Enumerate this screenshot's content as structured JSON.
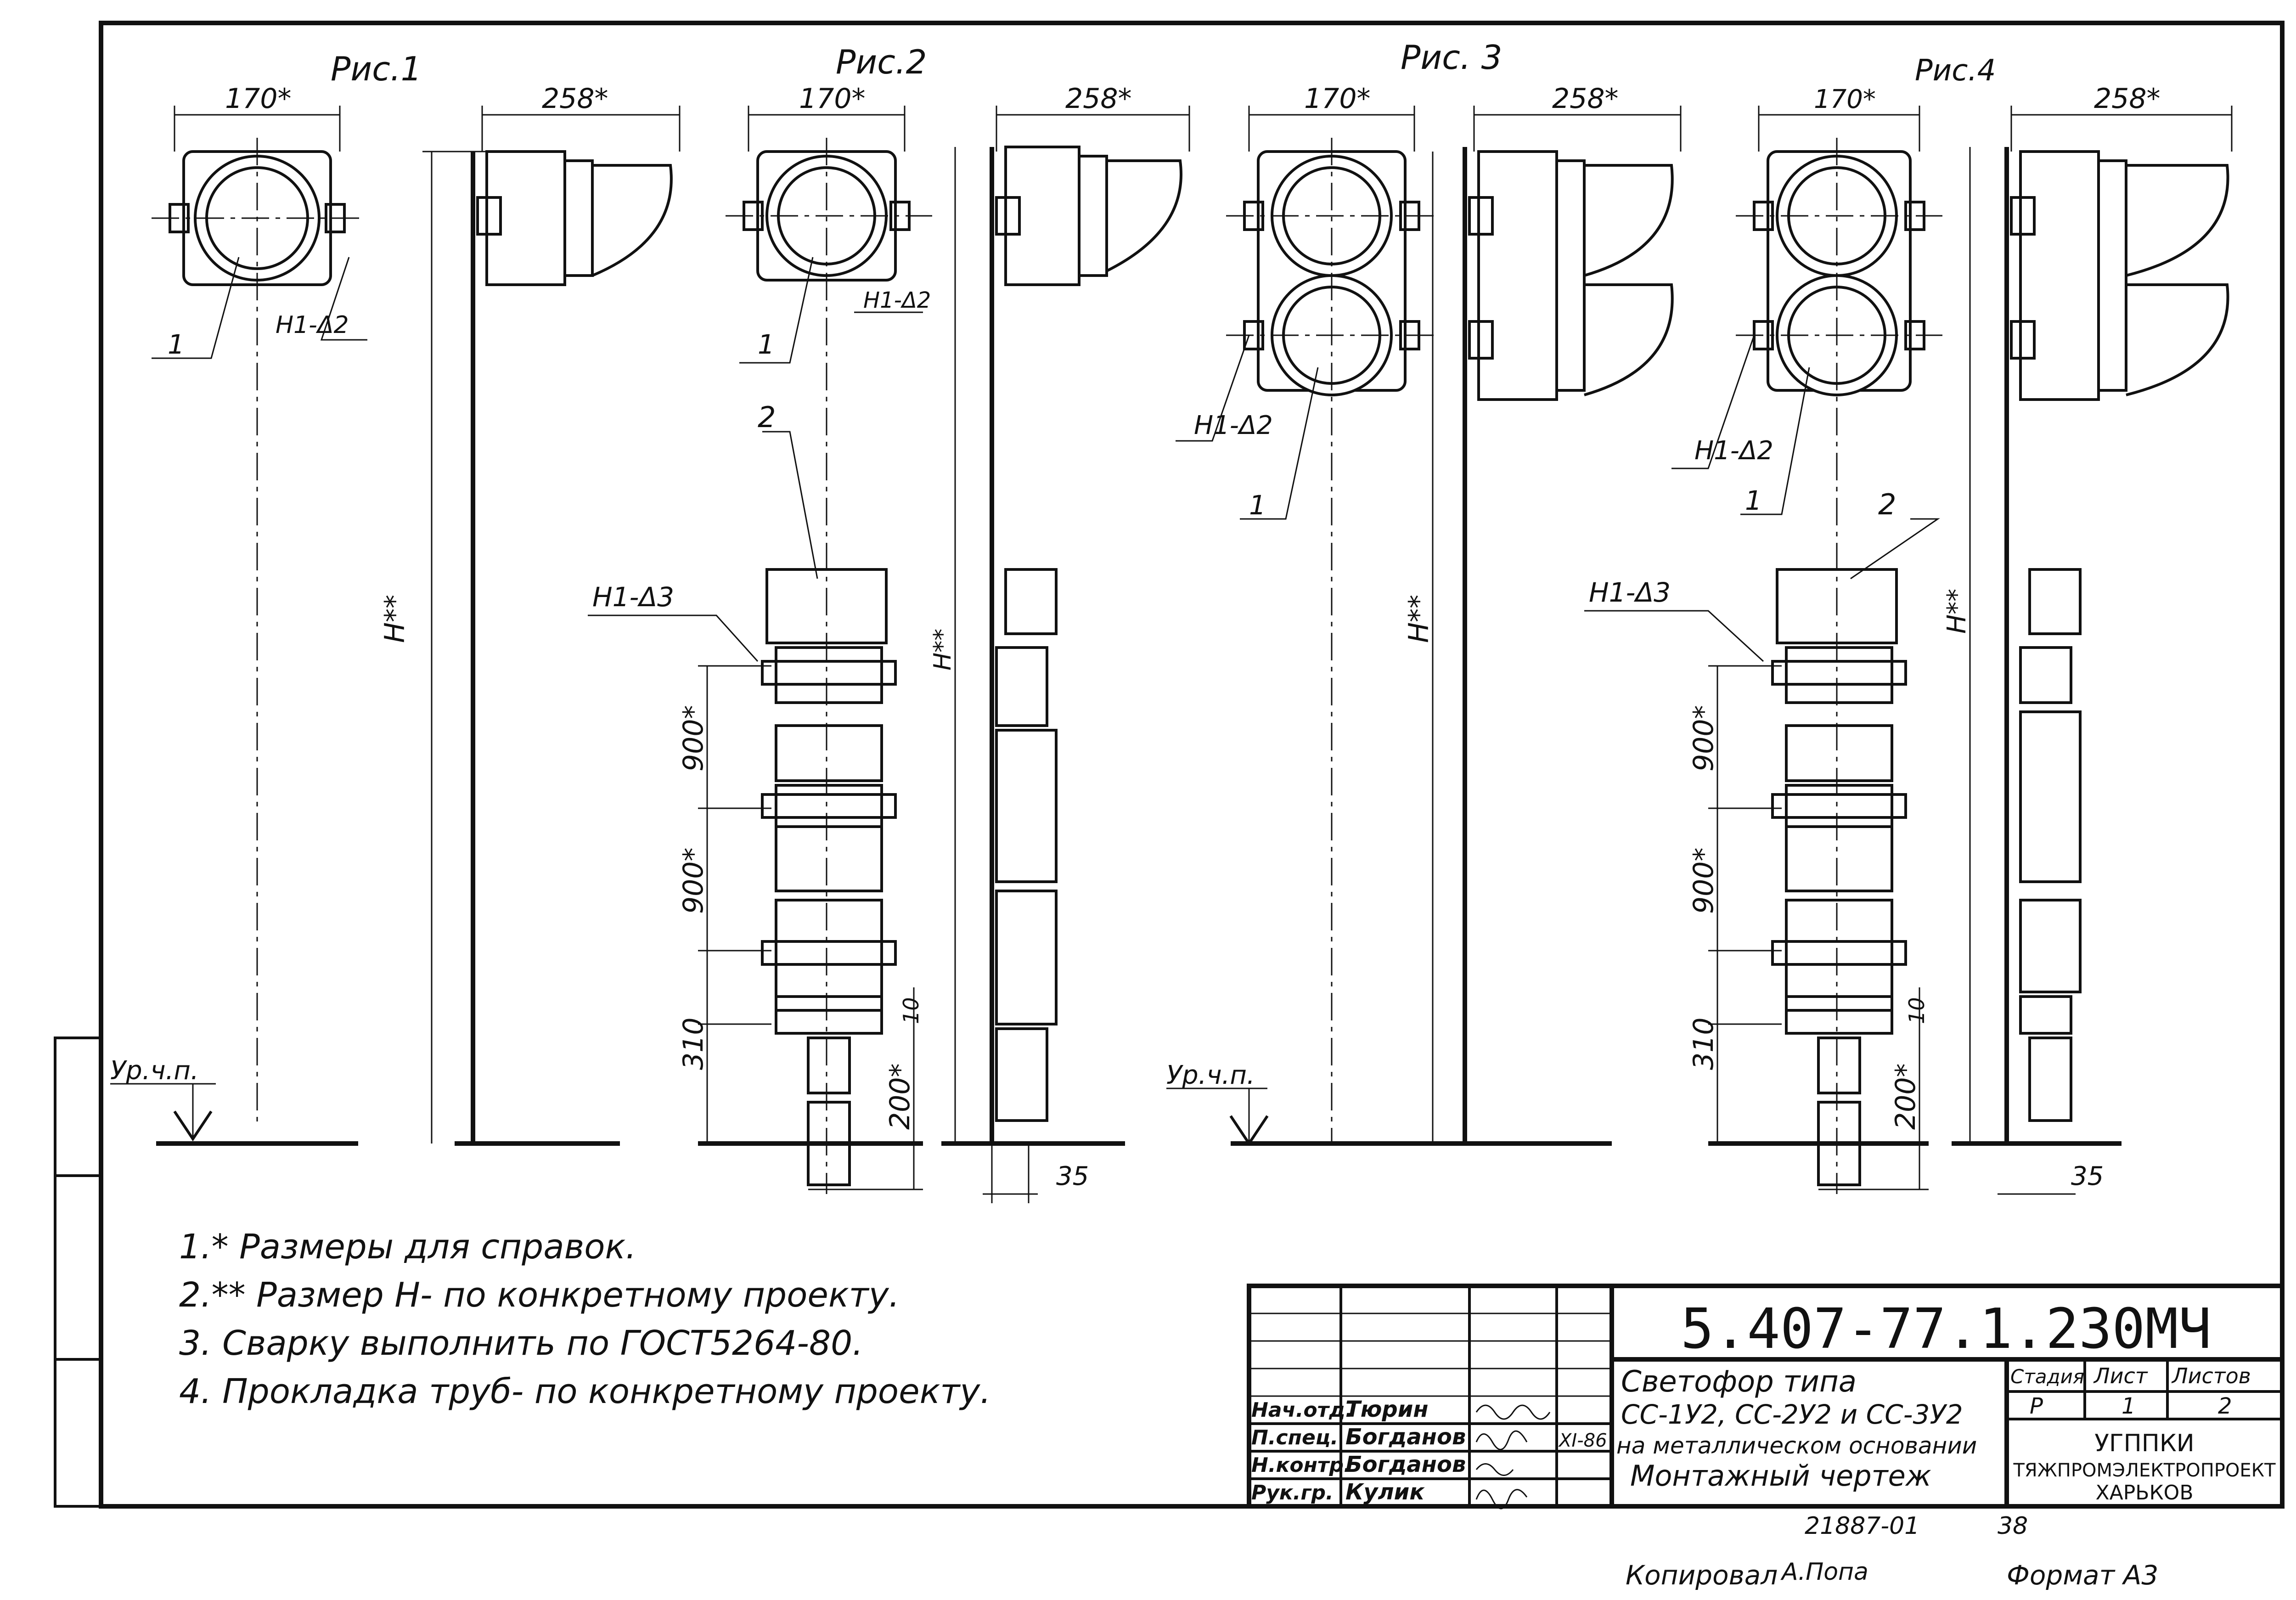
{
  "figures": [
    {
      "label": "Рис.1",
      "dim_width": "170*",
      "dim_side": "258*",
      "dim_height": "H**",
      "callouts": [
        "1",
        "H1-Δ2"
      ],
      "ground": "Ур.ч.п."
    },
    {
      "label": "Рис.2",
      "dim_width": "170*",
      "dim_side": "258*",
      "dim_height": "H**",
      "callouts": [
        "1",
        "H1-Δ2",
        "2",
        "H1-Δ3"
      ],
      "vdims": [
        "900*",
        "900*",
        "310",
        "10",
        "200*"
      ],
      "dim_bottom": "35"
    },
    {
      "label": "Рис. 3",
      "dim_width": "170*",
      "dim_side": "258*",
      "dim_height": "H**",
      "callouts": [
        "H1-Δ2",
        "1"
      ],
      "ground": "Ур.ч.п."
    },
    {
      "label": "Рис.4",
      "dim_width": "170*",
      "dim_side": "258*",
      "dim_height": "H**",
      "callouts": [
        "H1-Δ2",
        "1",
        "2",
        "H1-Δ3"
      ],
      "vdims": [
        "900*",
        "900*",
        "310",
        "10",
        "200*"
      ],
      "dim_bottom": "35"
    }
  ],
  "notes": [
    "1.* Размеры для справок.",
    "2.** Размер H- по конкретному проекту.",
    "3. Сварку выполнить по ГОСТ5264-80.",
    "4. Прокладка труб- по конкретному проекту."
  ],
  "title_block": {
    "doc_code": "5.407-77.1.230МЧ",
    "title_lines": [
      "Светофор типа",
      "СС-1У2, СС-2У2 и СС-3У2",
      "на металлическом основании",
      "Монтажный чертеж"
    ],
    "stage_header": "Стадия",
    "sheet_header": "Лист",
    "sheets_header": "Листов",
    "stage": "Р",
    "sheet": "1",
    "sheets": "2",
    "org_lines": [
      "УГППКИ",
      "ТЯЖПРОМЭЛЕКТРОПРОЕКТ",
      "ХАРЬКОВ"
    ],
    "signatures": [
      {
        "role": "Нач.отд.",
        "name": "Тюрин"
      },
      {
        "role": "П.спец.",
        "name": "Богданов"
      },
      {
        "role": "Н.контр.",
        "name": "Богданов"
      },
      {
        "role": "Рук.гр.",
        "name": "Кулик"
      }
    ],
    "date": "XI-86"
  },
  "footer": {
    "inventory": "21887-01",
    "page_number": "38",
    "copied_by_label": "Копировал",
    "copied_by_sign": "А.Попа",
    "format_label": "Формат А3"
  }
}
